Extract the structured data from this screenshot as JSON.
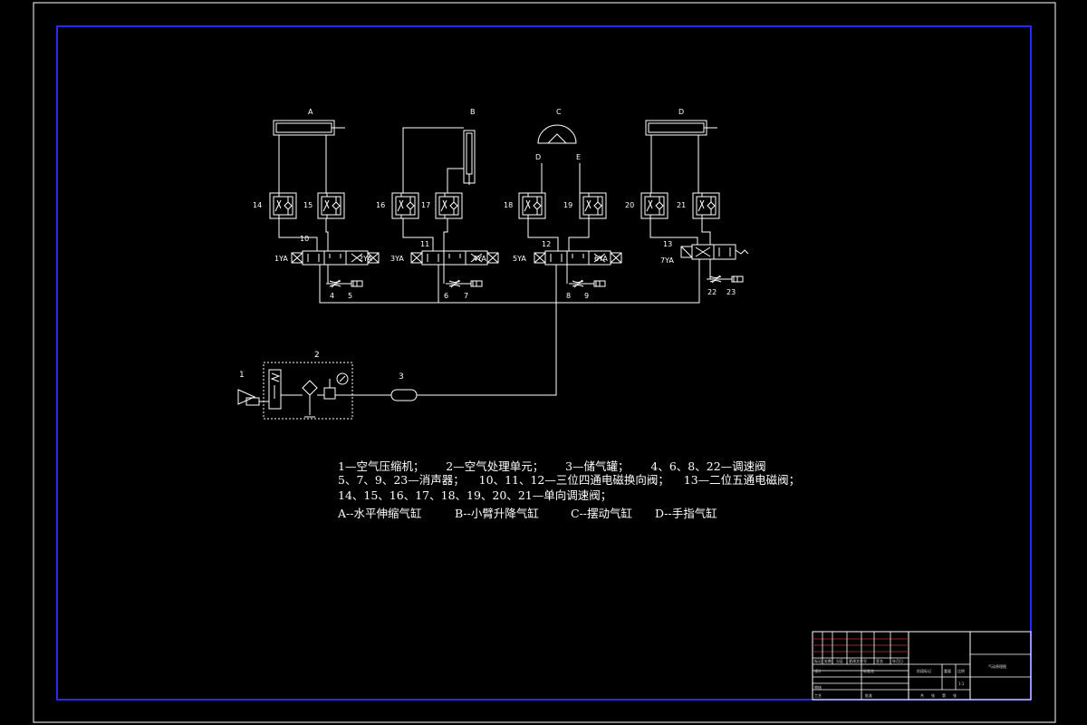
{
  "components": {
    "cylinder_a": "A",
    "cylinder_b": "B",
    "actuator_c": "C",
    "cylinder_d": "D",
    "port_d": "D",
    "port_e": "E",
    "compressor": "1",
    "air_unit": "2",
    "tank": "3",
    "valve_10": "10",
    "valve_11": "11",
    "valve_12": "12",
    "valve_13": "13",
    "flow_14": "14",
    "flow_15": "15",
    "flow_16": "16",
    "flow_17": "17",
    "flow_18": "18",
    "flow_19": "19",
    "flow_20": "20",
    "flow_21": "21",
    "sol_1ya": "1YA",
    "sol_2ya": "2YA",
    "sol_3ya": "3YA",
    "sol_4ya": "4YA",
    "sol_5ya": "5YA",
    "sol_6ya": "6YA",
    "sol_7ya": "7YA",
    "throttle_4": "4",
    "muffler_5": "5",
    "throttle_6": "6",
    "muffler_7": "7",
    "throttle_8": "8",
    "muffler_9": "9",
    "throttle_22": "22",
    "muffler_23": "23"
  },
  "legend": {
    "line1": "1—空气压缩机；      2—空气处理单元；      3—储气罐；      4、6、8、22—调速阀",
    "line2": "5、7、9、23—消声器；    10、11、12—三位四通电磁换向阀；    13—二位五通电磁阀；",
    "line3": "14、15、16、17、18、19、20、21—单向调速阀；",
    "line4_a": "A--水平伸缩气缸",
    "line4_b": "B--小臂升降气缸",
    "line4_c": "C--摆动气缸",
    "line4_d": "D--手指气缸"
  },
  "title_block": {
    "drawing_title": "气动原理图",
    "r1": "标记",
    "r2": "处数",
    "r3": "分区",
    "r4": "更改文件号",
    "r5": "签名",
    "r6": "年月日",
    "design": "设计",
    "std": "标准化",
    "stage": "阶段标记",
    "weight": "重量",
    "scale": "比例",
    "check": "审核",
    "process": "工艺",
    "approve": "批准",
    "sheet_a": "共",
    "sheet_b": "张",
    "sheet_c": "第",
    "sheet_d": "张",
    "scale_val": "1:1"
  },
  "colors": {
    "frame": "#ffffff",
    "border": "#2727ff",
    "lines": "#ffffff",
    "tb_red": "#c0303a"
  }
}
